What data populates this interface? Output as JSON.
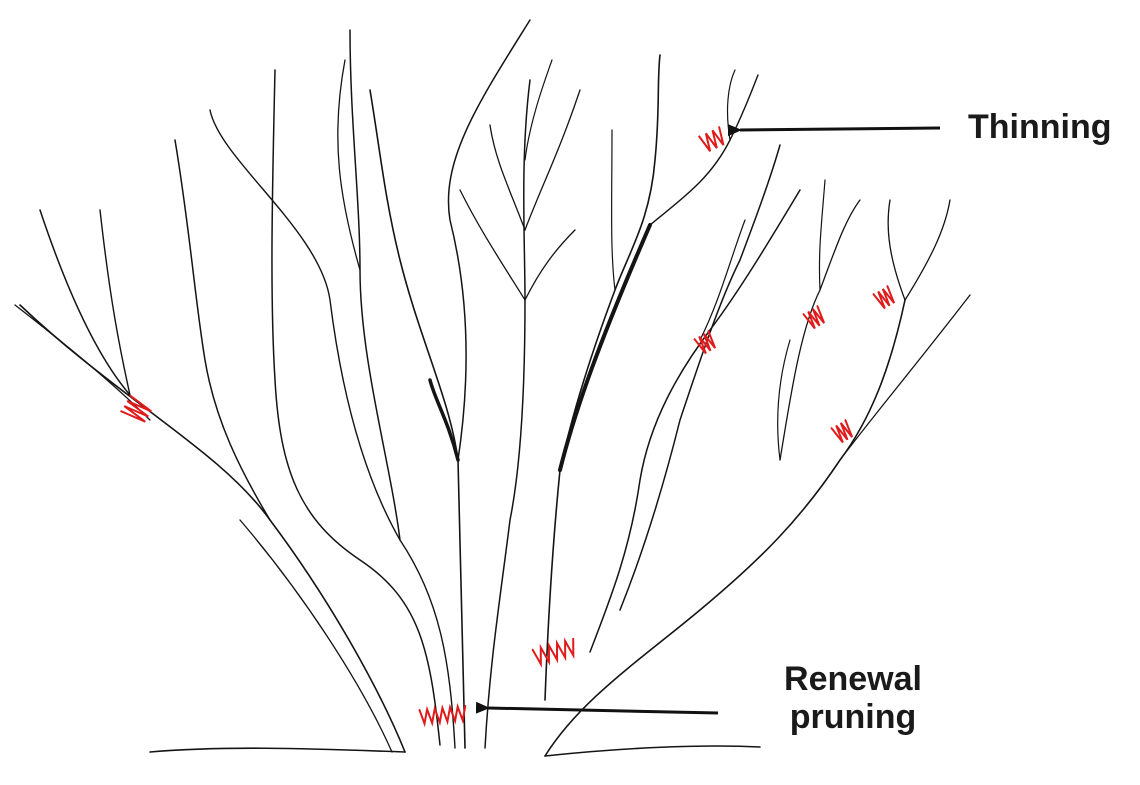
{
  "labels": {
    "thinning": "Thinning",
    "renewal_line1": "Renewal",
    "renewal_line2": "pruning"
  },
  "colors": {
    "branch": "#141414",
    "cut_marks": "#e01b1b",
    "arrow": "#111111",
    "background": "#ffffff"
  },
  "icons": {
    "cut_mark": "red-zigzag-cut-icon",
    "arrow": "left-arrow-icon"
  }
}
